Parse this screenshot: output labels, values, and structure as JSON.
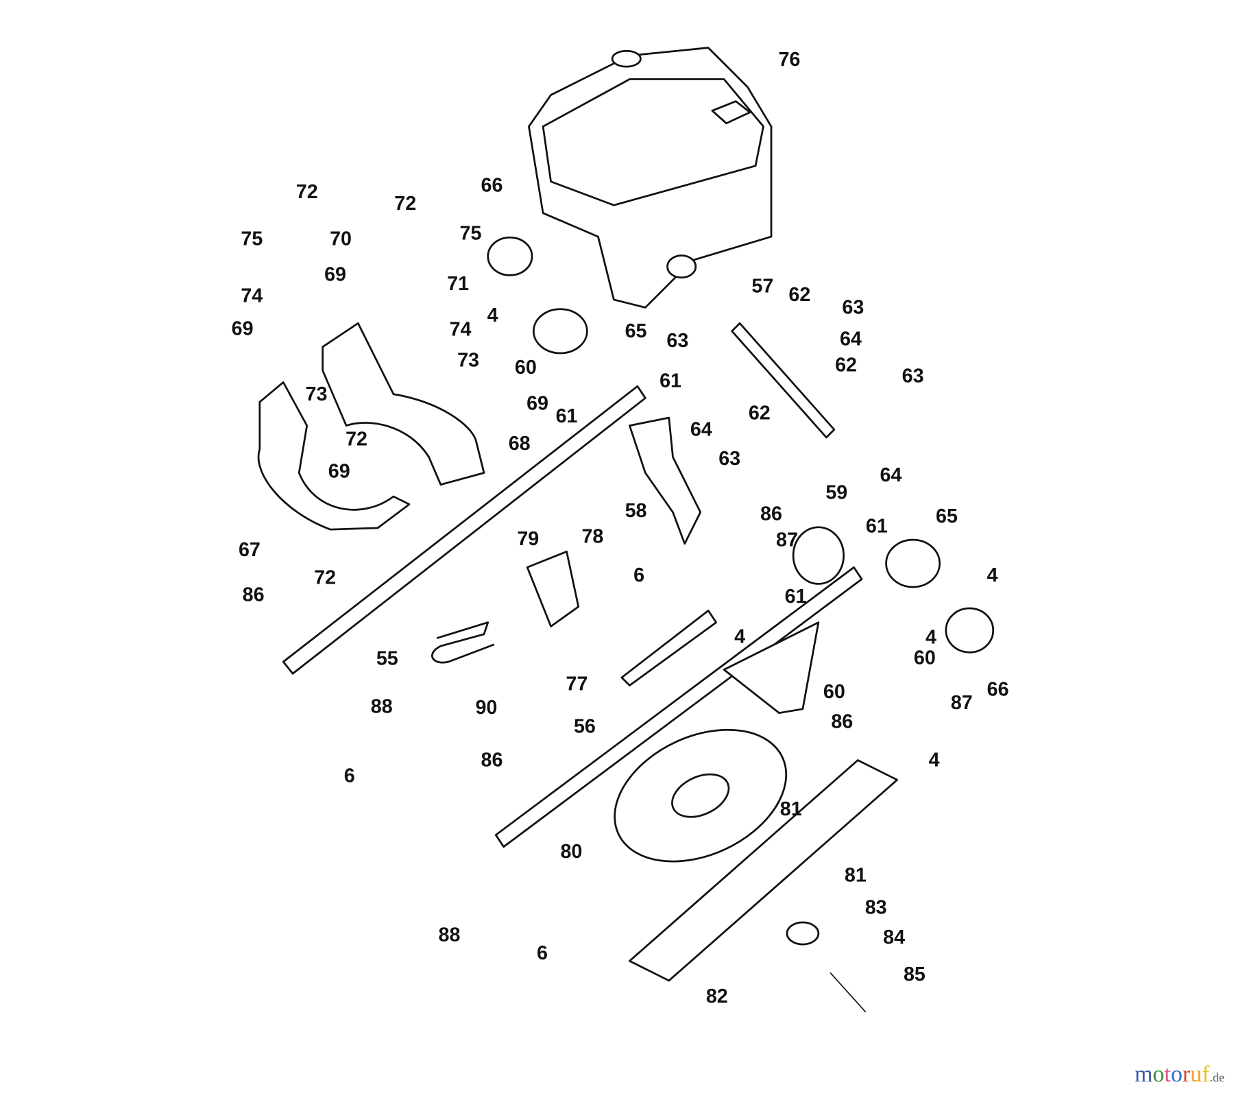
{
  "diagram_title": "",
  "callouts": [
    "76",
    "72",
    "72",
    "75",
    "70",
    "75",
    "66",
    "69",
    "71",
    "74",
    "74",
    "4",
    "65",
    "69",
    "73",
    "73",
    "60",
    "61",
    "61",
    "69",
    "57",
    "62",
    "63",
    "63",
    "64",
    "62",
    "63",
    "64",
    "62",
    "63",
    "64",
    "72",
    "68",
    "69",
    "67",
    "72",
    "58",
    "86",
    "59",
    "87",
    "61",
    "65",
    "79",
    "78",
    "6",
    "4",
    "61",
    "86",
    "4",
    "60",
    "4",
    "55",
    "66",
    "77",
    "60",
    "87",
    "86",
    "90",
    "88",
    "56",
    "6",
    "4",
    "86",
    "81",
    "80",
    "81",
    "83",
    "84",
    "88",
    "6",
    "85",
    "82"
  ],
  "watermark": {
    "brand": "motoruf",
    "suffix": ".de",
    "colors": [
      "#3a5aa8",
      "#3b8f3c",
      "#e0508a",
      "#2b6fc1",
      "#d9402a",
      "#f0a020",
      "#e8c020"
    ]
  }
}
